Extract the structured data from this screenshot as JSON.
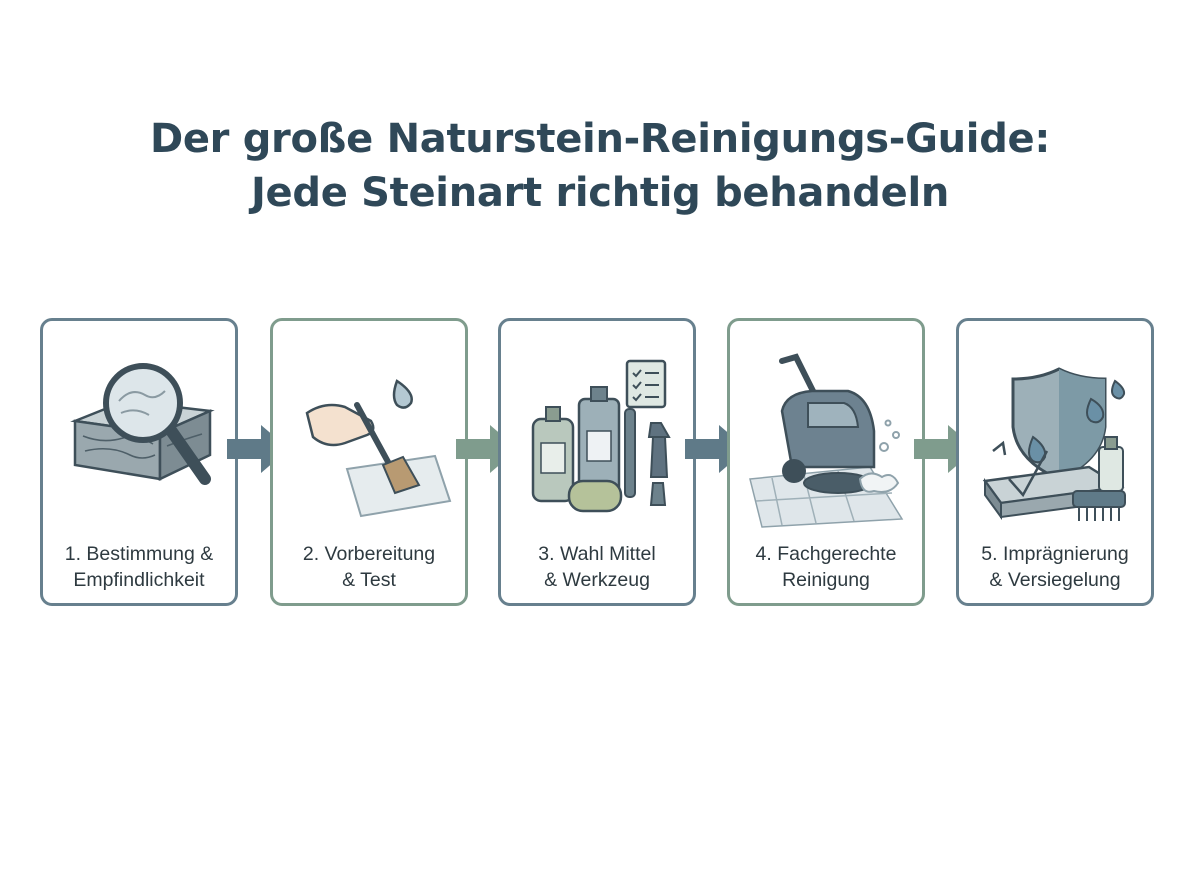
{
  "title": {
    "line1": "Der große Naturstein-Reinigungs-Guide:",
    "line2": "Jede Steinart richtig behandeln"
  },
  "steps": [
    {
      "line1": "1. Bestimmung &",
      "line2": "Empfindlichkeit",
      "icon": "stone-magnifier-icon"
    },
    {
      "line1": "2. Vorbereitung",
      "line2": "& Test",
      "icon": "hand-brush-test-icon"
    },
    {
      "line1": "3. Wahl Mittel",
      "line2": "& Werkzeug",
      "icon": "cleaning-supplies-icon"
    },
    {
      "line1": "4. Fachgerechte",
      "line2": "Reinigung",
      "icon": "floor-scrubber-icon"
    },
    {
      "line1": "5. Imprägnierung",
      "line2": "& Versiegelung",
      "icon": "shield-sealing-icon"
    }
  ],
  "colors": {
    "title": "#2f4858",
    "border_blue": "#67808e",
    "border_green": "#7f9c8d",
    "arrow_blue": "#5f7a88",
    "arrow_green": "#7f9c8d"
  }
}
